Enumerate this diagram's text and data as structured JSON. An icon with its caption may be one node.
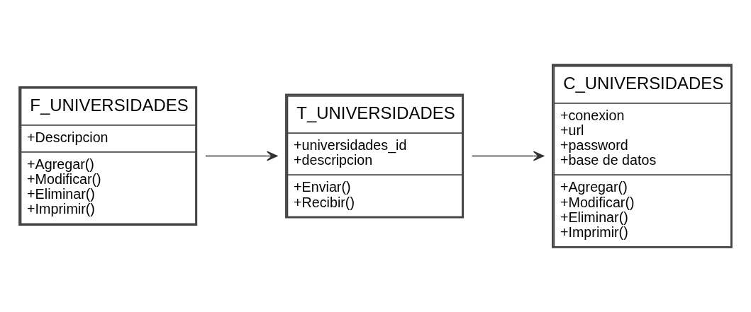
{
  "diagram": {
    "nodes": [
      {
        "text": [
          "F_UNIVERSIDADES",
          "+Descripcion",
          "+Agregar() +Modificar() +Eliminar() +Imprimir()"
        ]
      },
      {
        "text": [
          "T_UNIVERSIDADES",
          "+universidades_id +descripcion",
          "+Enviar() +Recibir()"
        ]
      },
      {
        "text": [
          "C_UNIVERSIDADES",
          "+conexion +url +password +base de datos",
          "+Agregar() +Modificar() +Eliminar() +Imprimir()"
        ]
      }
    ],
    "edges": [
      {
        "from": 0,
        "to": 1,
        "arrow": "to"
      },
      {
        "from": 1,
        "to": 2,
        "arrow": "to"
      }
    ]
  }
}
